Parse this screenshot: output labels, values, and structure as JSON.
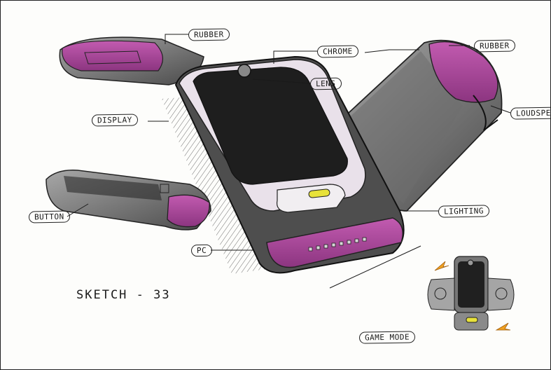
{
  "title": "SKETCH - 33",
  "labels": {
    "rubber_top_left": "RUBBER",
    "chrome": "CHROME",
    "rubber_right": "RUBBER",
    "lens": "LENS",
    "display": "DISPLAY",
    "loudspeaker": "LOUDSPEAK",
    "lighting": "LIGHTING",
    "button": "BUTTON",
    "pc": "PC",
    "game_mode": "GAME MODE"
  },
  "colors": {
    "rubber": "#b0489d",
    "body_gray": "#7b7b7b",
    "dark": "#2a2a2a",
    "chrome": "#e8dfe8",
    "accent_arrow": "#f0a020",
    "lighting_yellow": "#e8e23a"
  }
}
